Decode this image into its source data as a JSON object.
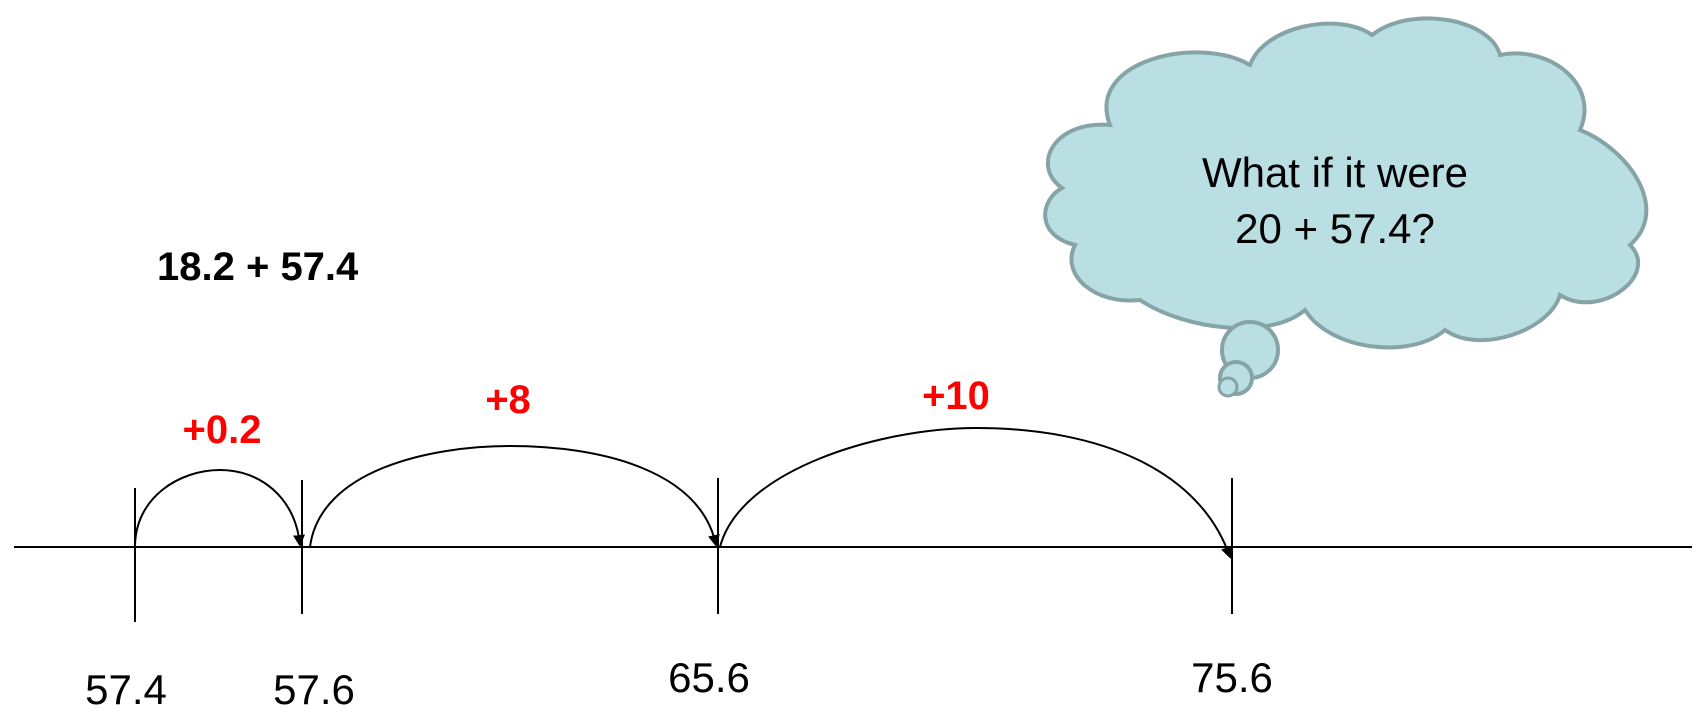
{
  "problem": "18.2 + 57.4",
  "number_line": {
    "ticks": [
      "57.4",
      "57.6",
      "65.6",
      "75.6"
    ],
    "jumps": [
      "+0.2",
      "+8",
      "+10"
    ]
  },
  "thought_bubble": {
    "line1": "What if it were",
    "line2": "20 + 57.4?"
  },
  "colors": {
    "jump_label": "#ff0000",
    "cloud_fill": "#b9dfe3",
    "cloud_stroke": "#86a3a6"
  }
}
